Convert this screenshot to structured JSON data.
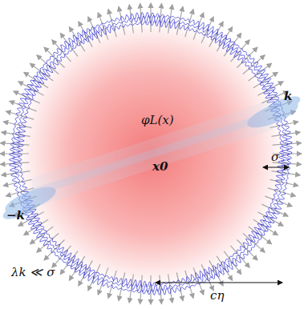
{
  "diagram": {
    "labels": [
      "φL(x)",
      "x0",
      "k",
      "−k",
      "σ",
      "λk ≪ σ",
      "cη"
    ]
  }
}
